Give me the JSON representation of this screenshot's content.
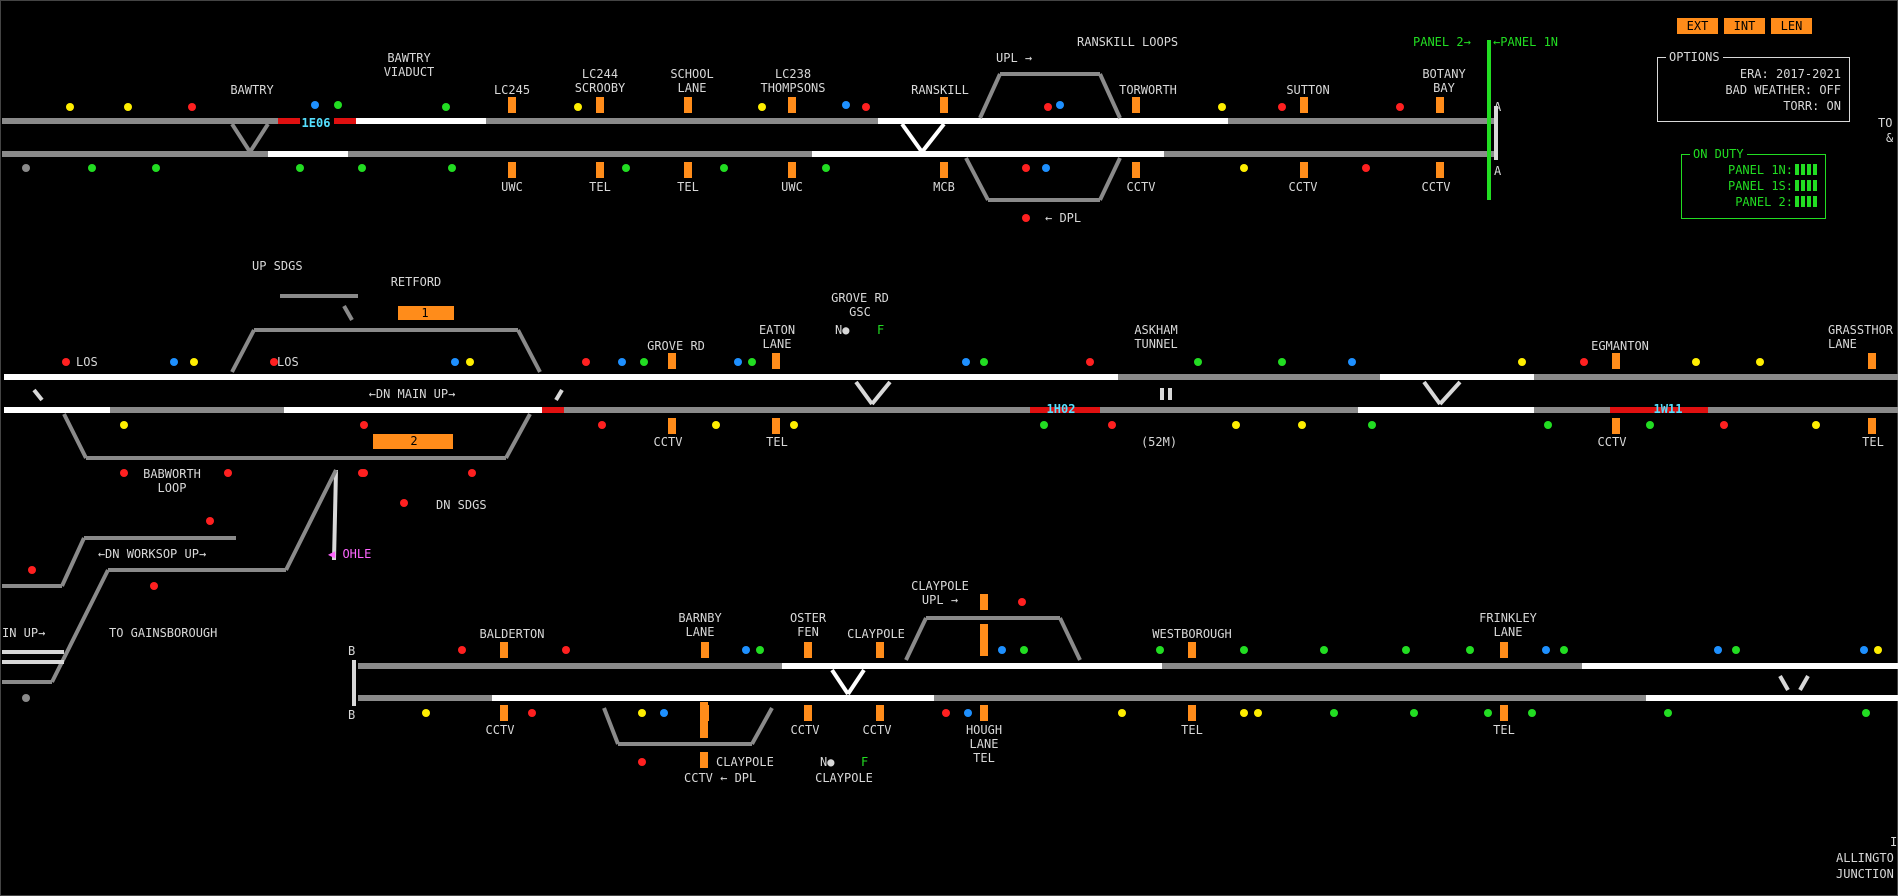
{
  "header": {
    "buttons": [
      {
        "label": "EXT"
      },
      {
        "label": "INT"
      },
      {
        "label": "LEN"
      }
    ],
    "panel_boundary": {
      "left": "PANEL 2",
      "right": "PANEL 1N"
    }
  },
  "options": {
    "title": "OPTIONS",
    "era": "ERA: 2017-2021",
    "bad_weather": "BAD WEATHER: OFF",
    "torr": "TORR: ON"
  },
  "on_duty": {
    "title": "ON DUTY",
    "panels": [
      {
        "label": "PANEL 1N:",
        "bars": 4
      },
      {
        "label": "PANEL 1S:",
        "bars": 4
      },
      {
        "label": "PANEL 2:",
        "bars": 4
      }
    ]
  },
  "offscreen": {
    "top_right_1": "TO",
    "top_right_2": "&",
    "bottom_right_1": "I",
    "bottom_right_2": "ALLINGTO",
    "bottom_right_3": "JUNCTION"
  },
  "row1": {
    "stations": [
      "BAWTRY",
      "BAWTRY\nVIADUCT",
      "LC245",
      "LC244\nSCROOBY",
      "SCHOOL\nLANE",
      "LC238\nTHOMPSONS",
      "RANSKILL",
      "TORWORTH",
      "SUTTON",
      "BOTANY\nBAY"
    ],
    "crossing_types": [
      "UWC",
      "TEL",
      "TEL",
      "UWC",
      "MCB",
      "CCTV",
      "CCTV",
      "CCTV"
    ],
    "loops": {
      "north": "RANSKILL LOOPS",
      "upl": "UPL →",
      "dpl": "← DPL"
    },
    "train_id": "1E06",
    "end_markers": [
      "A",
      "A"
    ]
  },
  "row2": {
    "labels": {
      "up_sdgs": "UP SDGS",
      "retford": "RETFORD",
      "platform1": "1",
      "platform2": "2",
      "los_left": "LOS",
      "los_mid": "LOS",
      "dn_main_up": "←DN MAIN UP→",
      "babworth": "BABWORTH\nLOOP",
      "dn_sdgs": "DN SDGS",
      "grove_rd_gsc": "GROVE RD\nGSC",
      "gsc_n": "N●",
      "gsc_f": "F",
      "grove_rd": "GROVE RD",
      "eaton_lane": "EATON\nLANE",
      "askham_tunnel": "ASKHAM\nTUNNEL",
      "tunnel_length": "(52M)",
      "egmanton": "EGMANTON",
      "grassthorpe": "GRASSTHOR\nLANE",
      "cctv_1": "CCTV",
      "tel_1": "TEL",
      "cctv_2": "CCTV",
      "tel_2": "TEL",
      "ohle": "OHLE"
    },
    "train_ids": [
      "1H02",
      "1W11"
    ]
  },
  "worksop": {
    "dn_worksop_up": "←DN WORKSOP UP→",
    "to_gainsborough": "TO GAINSBOROUGH",
    "main_up": "IN UP→"
  },
  "row3": {
    "stations": [
      "BALDERTON",
      "BARNBY\nLANE",
      "OSTER\nFEN",
      "CLAYPOLE",
      "WESTBOROUGH",
      "FRINKLEY\nLANE"
    ],
    "crossing_types": [
      "CCTV",
      "CCTV",
      "CCTV",
      "TEL",
      "TEL"
    ],
    "claypole_upl": "CLAYPOLE\nUPL →",
    "claypole_dpl": "CLAYPOLE",
    "claypole_dpl_sub": "CCTV ← DPL",
    "hough_lane": "HOUGH\nLANE\nTEL",
    "gsc_n": "N●",
    "gsc_f": "F",
    "gsc_name": "CLAYPOLE",
    "end_markers": [
      "B",
      "B"
    ]
  },
  "colors": {
    "track_grey": "#8a8a8a",
    "track_white": "#ffffff",
    "track_red": "#e01010",
    "crossing_orange": "#ff8c1a",
    "signal_red": "#ff2020",
    "signal_yellow": "#ffee00",
    "signal_green": "#22dd22",
    "signal_blue": "#1e90ff",
    "text_grey": "#d8d8d8",
    "panel_green": "#22dd22",
    "train_cyan": "#55e0ff"
  }
}
